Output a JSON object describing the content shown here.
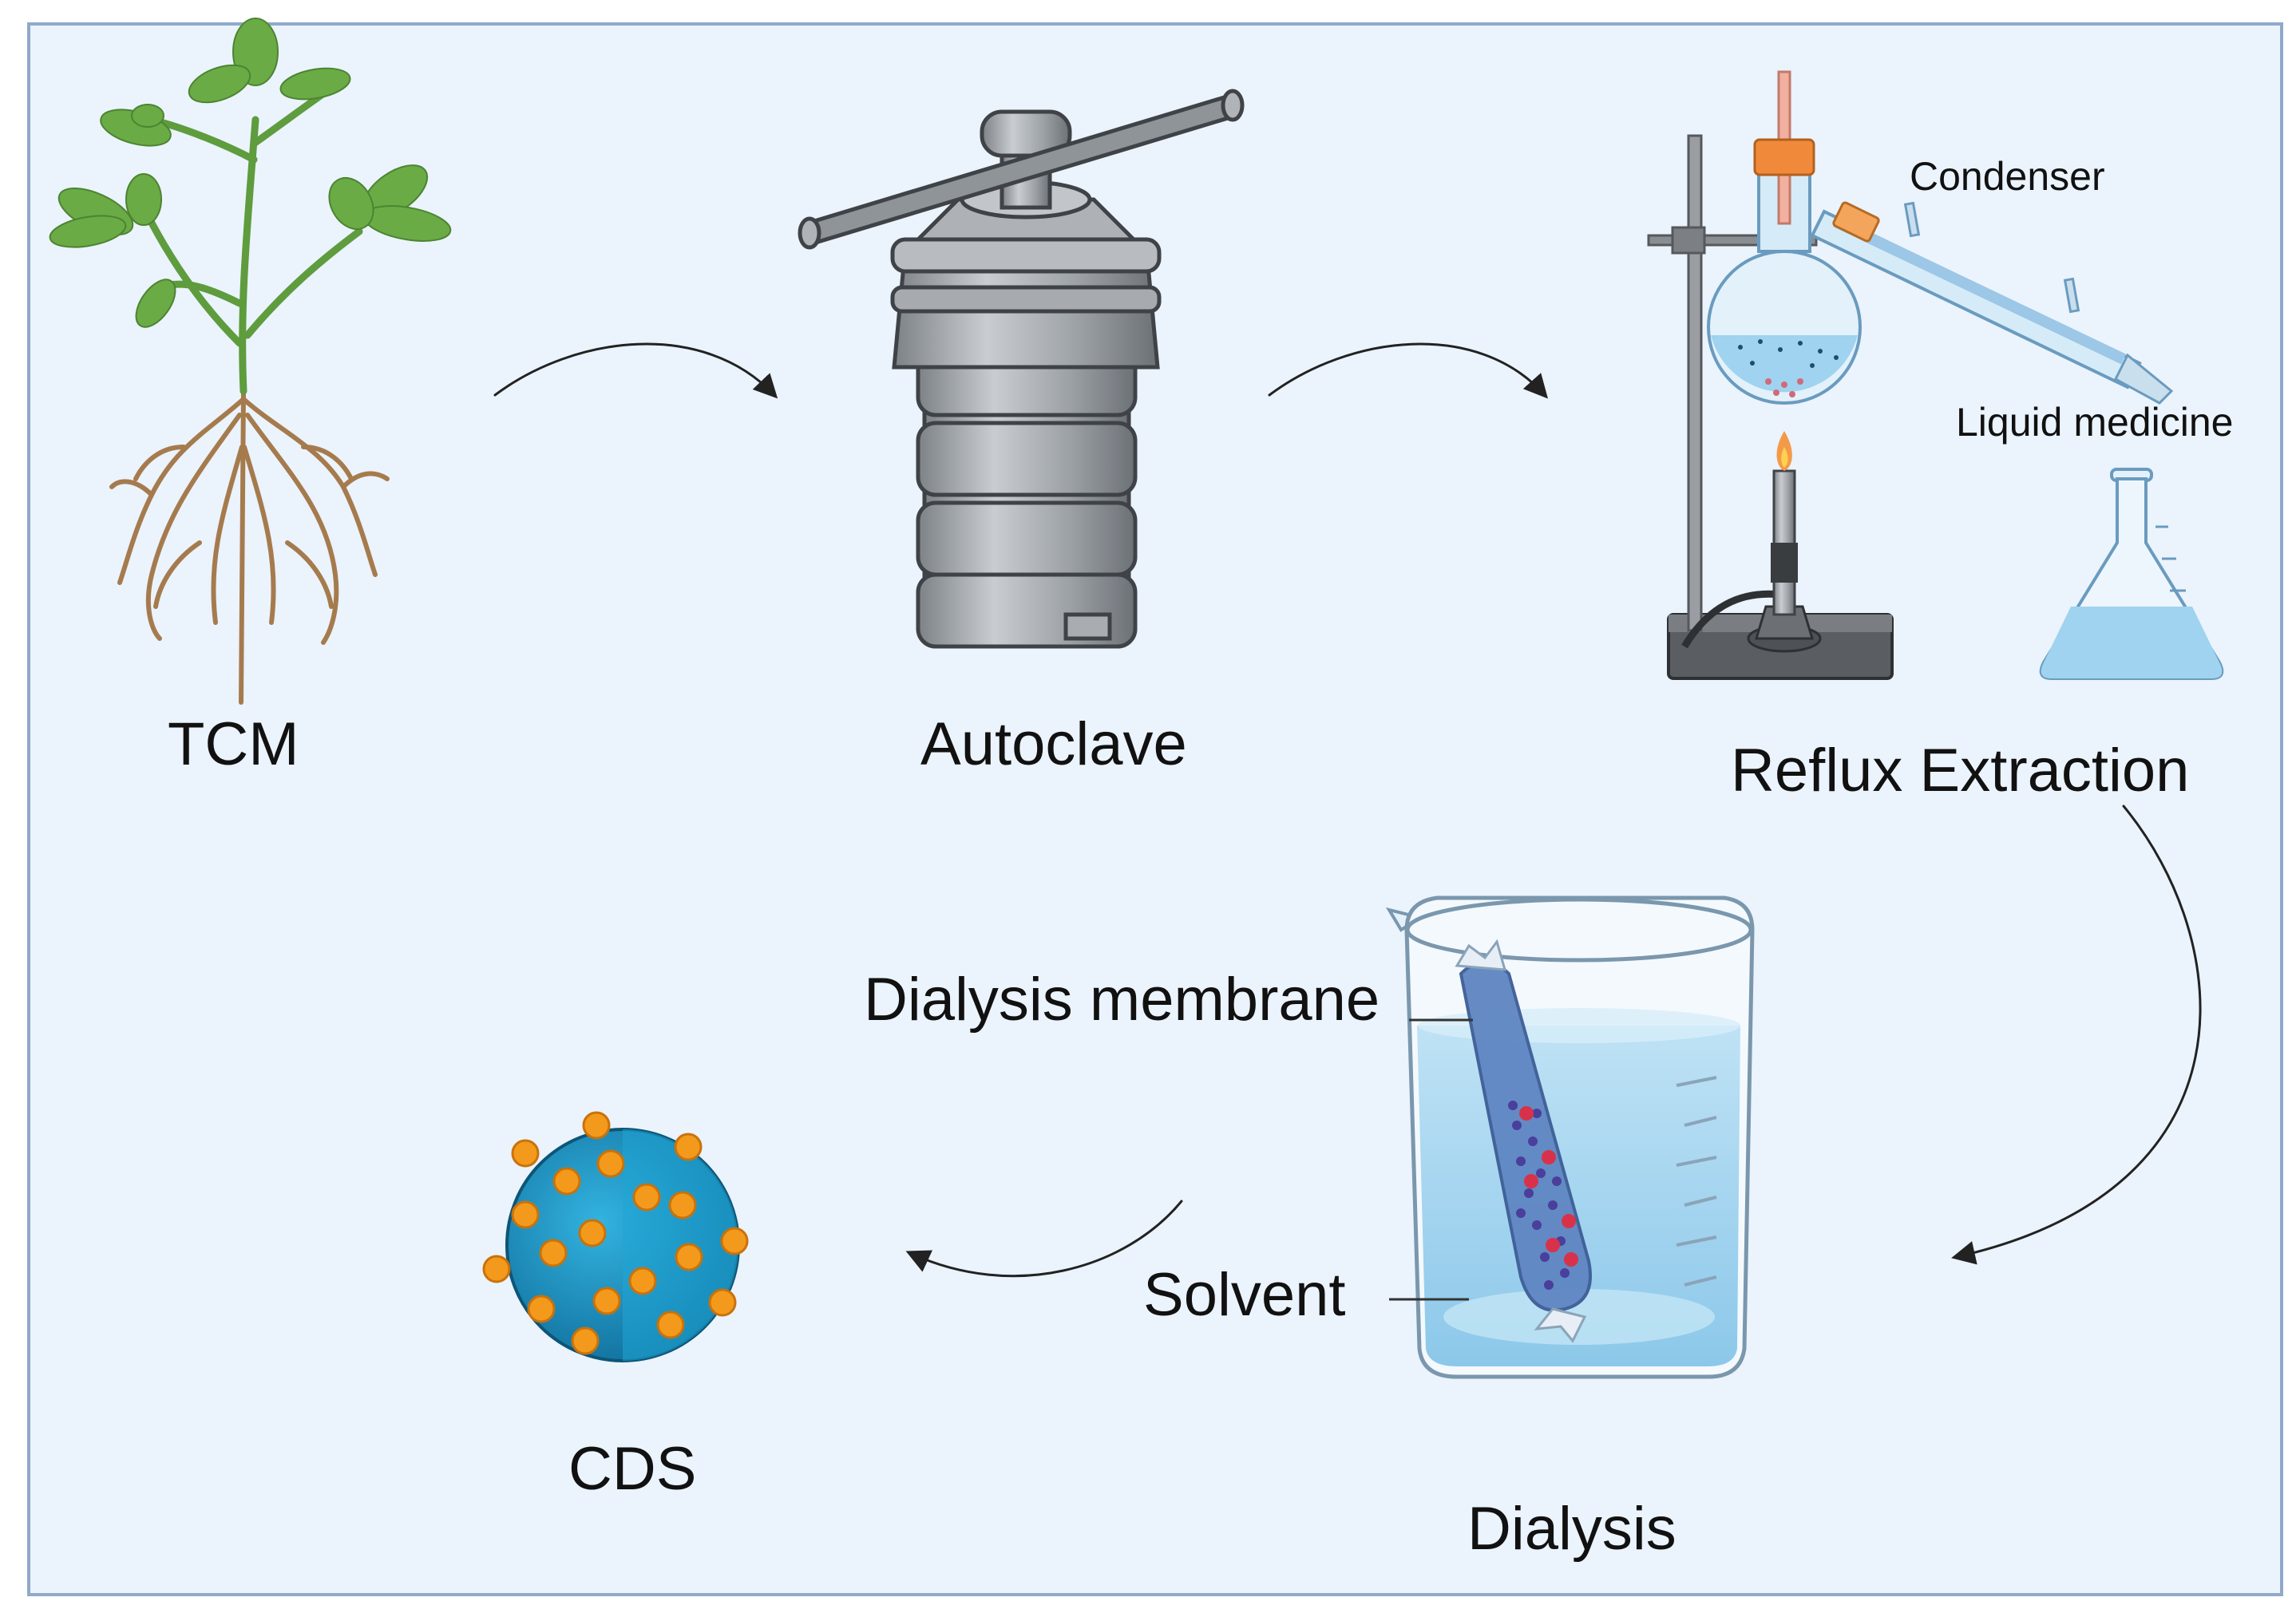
{
  "colors": {
    "panel_background": "#ebf3fc",
    "panel_border": "#8fa9c9",
    "leaf_green": "#5e9c3e",
    "root_brown": "#a57b4e",
    "steel": "#9da2a7",
    "liquid_blue": "#a8d7f0",
    "nanoparticle_core": "#1d8fc0",
    "nanoparticle_dots": "#f39a1c",
    "arrow": "#222222"
  },
  "steps": {
    "tcm": "TCM",
    "autoclave": "Autoclave",
    "reflux": "Reflux Extraction",
    "dialysis": "Dialysis",
    "cds": "CDS"
  },
  "callouts": {
    "condenser": "Condenser",
    "liquid_medicine": "Liquid medicine",
    "dialysis_membrane": "Dialysis membrane",
    "solvent": "Solvent"
  }
}
